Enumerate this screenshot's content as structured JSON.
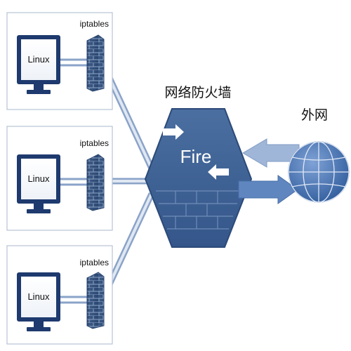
{
  "hosts": [
    {
      "os_label": "Linux",
      "fw_label": "iptables"
    },
    {
      "os_label": "Linux",
      "fw_label": "iptables"
    },
    {
      "os_label": "Linux",
      "fw_label": "iptables"
    }
  ],
  "firewall": {
    "title": "网络防火墙",
    "logo_text": "Fire"
  },
  "internet": {
    "label": "外网"
  },
  "colors": {
    "monitor_frame": "#1e3a6e",
    "hex_fill": "#3c5f8f",
    "arrow_fill": "#9fb6d8",
    "globe_fill": "#4f79b8",
    "panel_border": "#b7c3d4"
  },
  "icons": [
    "monitor-icon",
    "brick-wall-icon",
    "hexagon-firewall-icon",
    "globe-icon",
    "arrow-icon"
  ]
}
